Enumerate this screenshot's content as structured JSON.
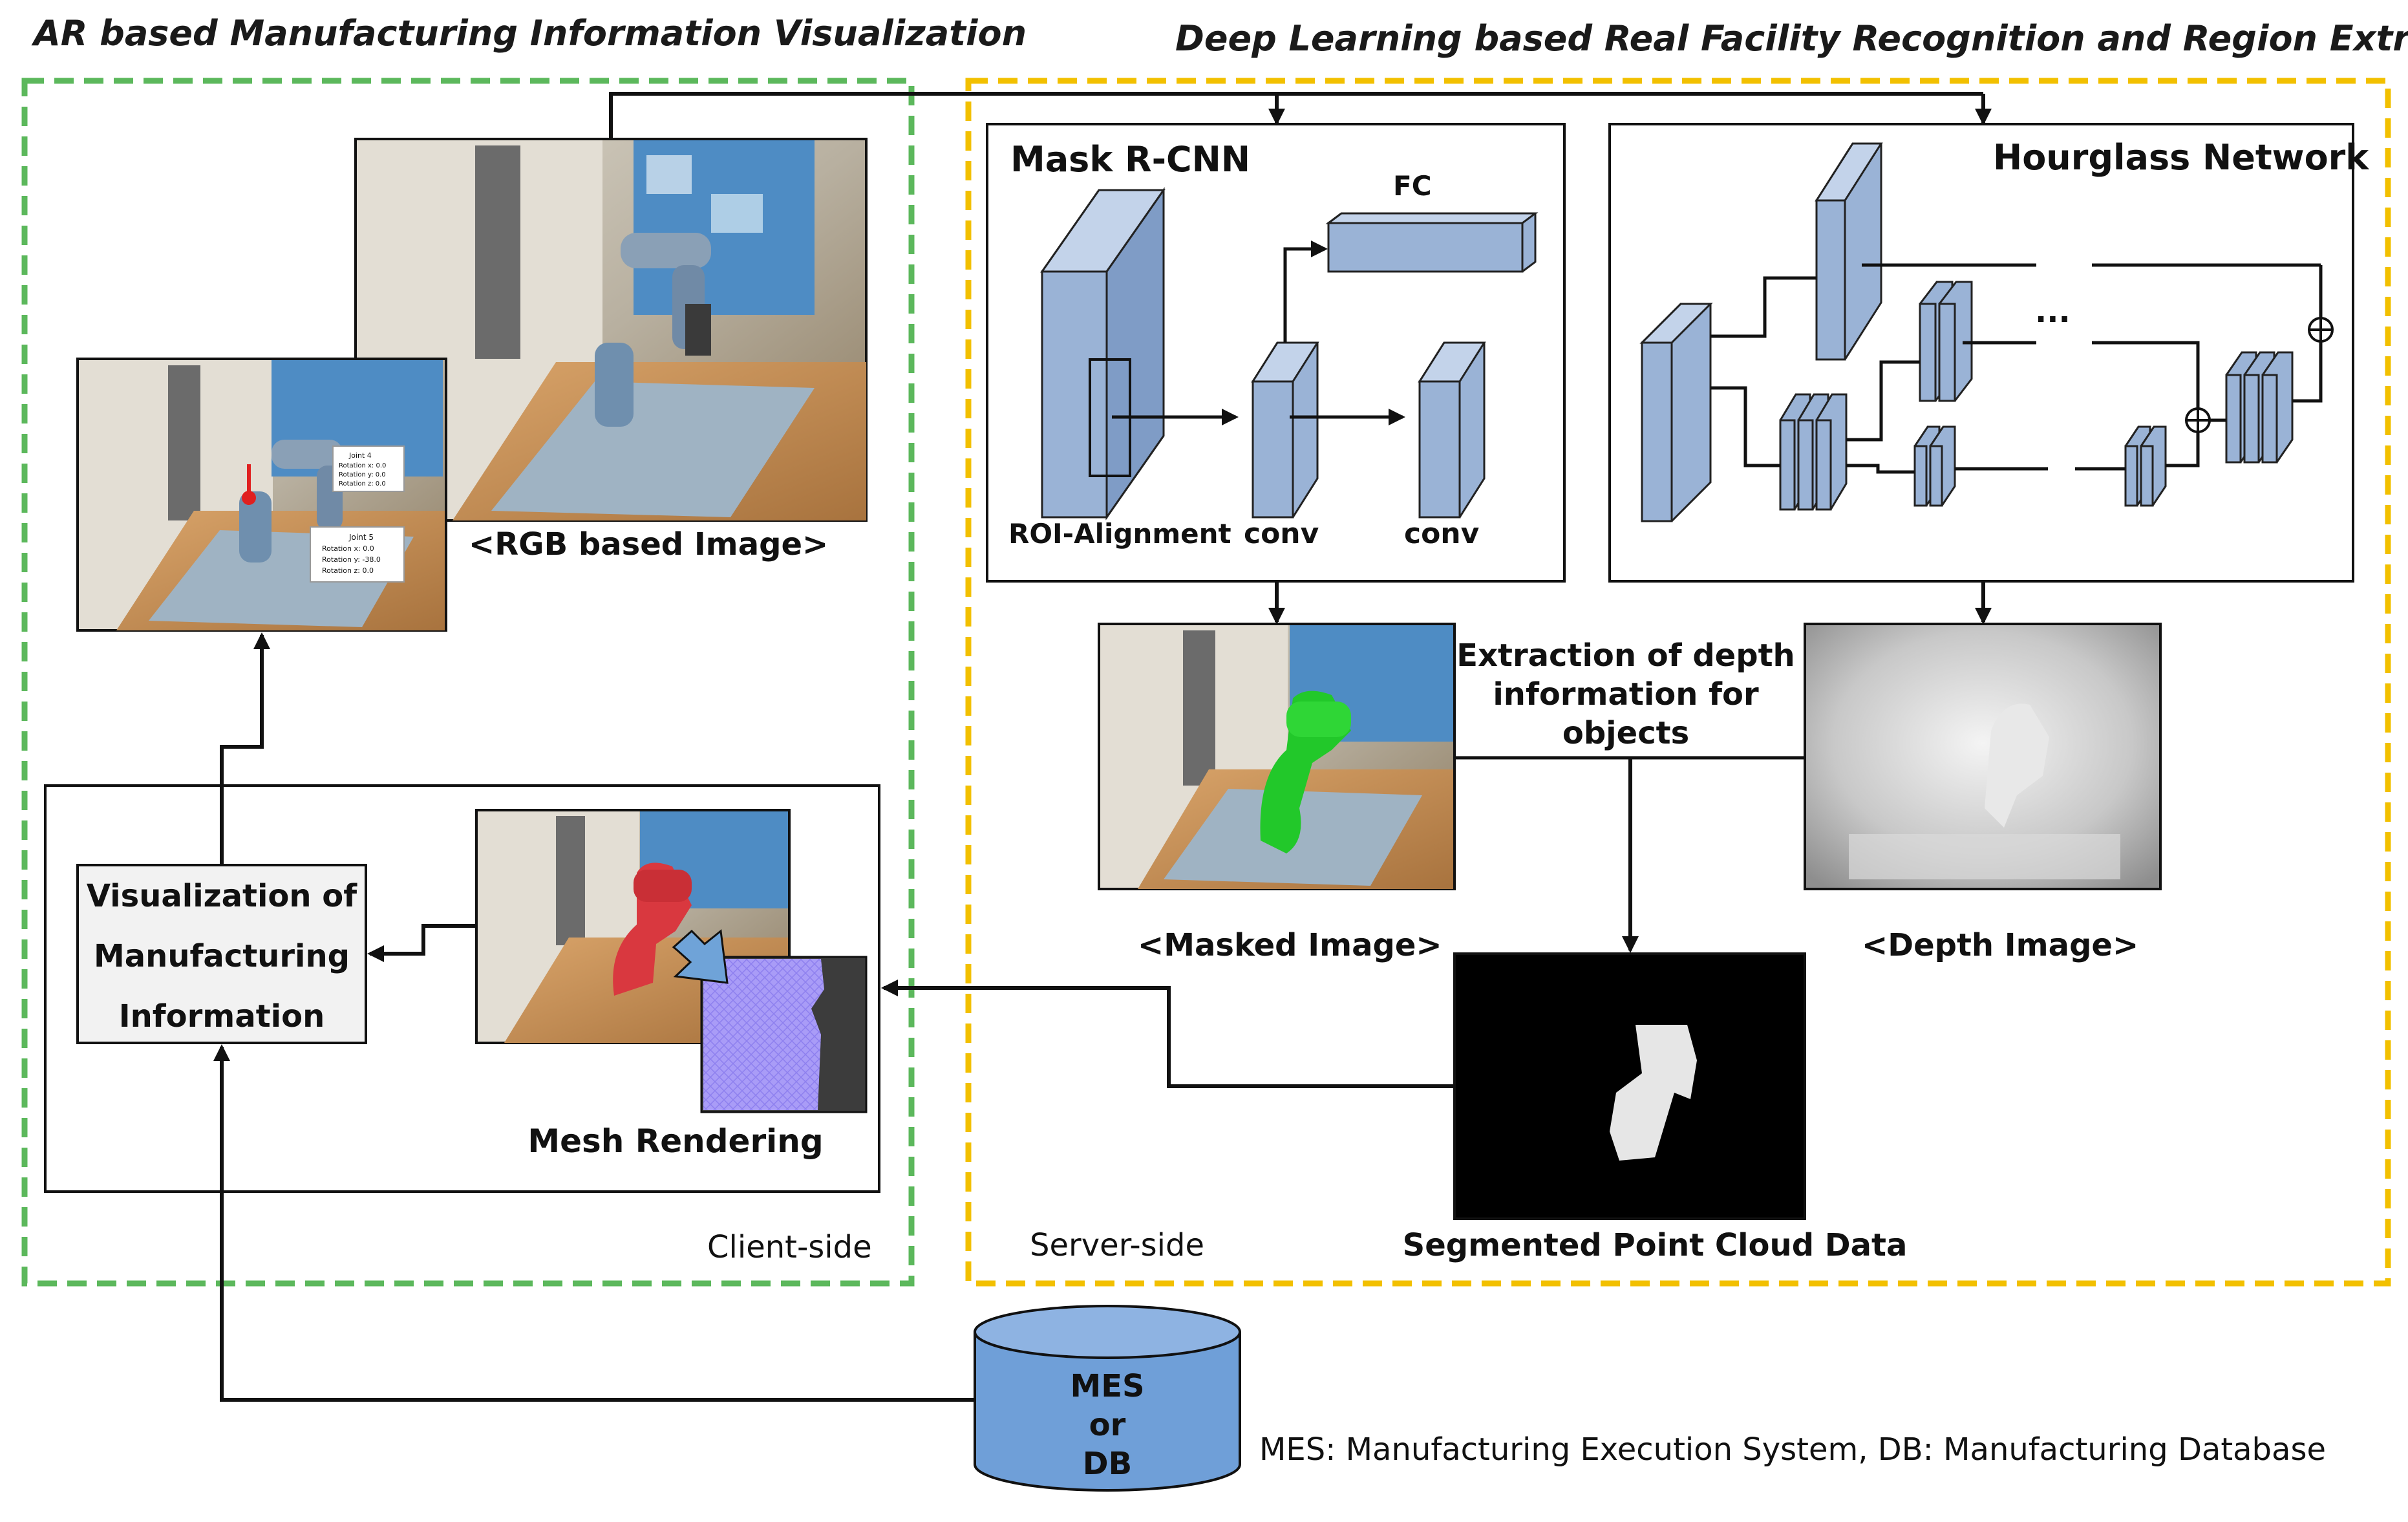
{
  "titles": {
    "left": "AR based Manufacturing Information Visualization",
    "right": "Deep Learning based Real Facility Recognition and Region Extraction"
  },
  "mask_rcnn": {
    "title": "Mask R-CNN",
    "fc": "FC",
    "roi": "ROI-Alignment",
    "conv1": "conv",
    "conv2": "conv"
  },
  "hourglass": {
    "title": "Hourglass Network",
    "ellipsis": "···",
    "plus": "⊕"
  },
  "images": {
    "rgb": "<RGB based Image>",
    "masked": "<Masked Image>",
    "depth": "<Depth Image>",
    "pointcloud": "Segmented Point Cloud Data",
    "ar_joint_top": [
      "Joint 4",
      "Rotation x: 0.0",
      "Rotation y: 0.0",
      "Rotation z: 0.0"
    ],
    "ar_joint_bottom": [
      "Joint 5",
      "Rotation x: 0.0",
      "Rotation y: -38.0",
      "Rotation z: 0.0"
    ]
  },
  "extraction": [
    "Extraction of depth",
    "information for",
    "objects"
  ],
  "visualization": [
    "Visualization of",
    "Manufacturing",
    "Information"
  ],
  "mesh": "Mesh Rendering",
  "sides": {
    "client": "Client-side",
    "server": "Server-side"
  },
  "db": {
    "lines": [
      "MES",
      "or",
      "DB"
    ],
    "legend": "MES: Manufacturing Execution System, DB: Manufacturing Database"
  },
  "colors": {
    "client_border": "#5cb85c",
    "server_border": "#f2c000",
    "block_fill": "#9ab3d6",
    "db_fill": "#6f9fd8",
    "mask_green": "#22c82a",
    "mesh_red": "#d9383f",
    "mesh_purple": "#a99cf7"
  }
}
